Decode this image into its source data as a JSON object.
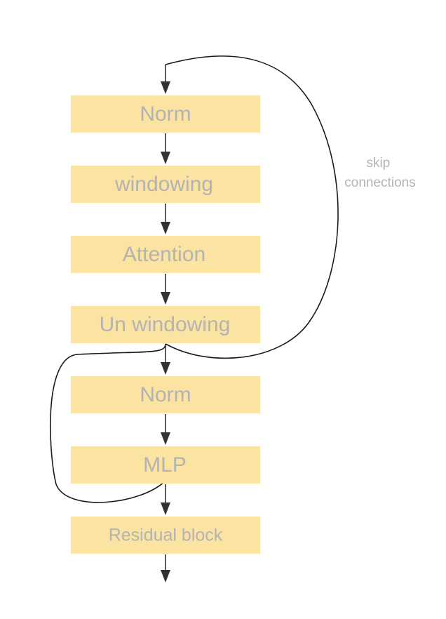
{
  "blocks": [
    {
      "label": "Norm"
    },
    {
      "label": "windowing"
    },
    {
      "label": "Attention"
    },
    {
      "label": "Un windowing"
    },
    {
      "label": "Norm"
    },
    {
      "label": "MLP"
    },
    {
      "label": "Residual block"
    }
  ],
  "skip_label": {
    "line1": "skip",
    "line2": "connections"
  },
  "colors": {
    "block_fill": "#fbe3a1",
    "block_text": "#b3b3b3",
    "arrow": "#333333",
    "skip_curve": "#1a1a1a"
  }
}
